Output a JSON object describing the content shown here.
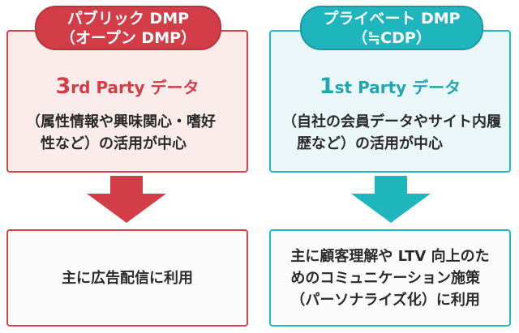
{
  "left": {
    "pill_line1": "パブリック DMP",
    "pill_line2": "（オープン DMP）",
    "subhead_prefix": "3",
    "subhead_rest": "rd Party データ",
    "desc_lines": [
      "（属性情報や興味関心・嗜好",
      "性など）の活用が中心"
    ],
    "result_text": "主に広告配信に利用",
    "accent": "#d23d48"
  },
  "right": {
    "pill_line1": "プライベート DMP",
    "pill_line2": "（≒CDP）",
    "subhead_prefix": "1",
    "subhead_rest": "st Party データ",
    "desc_lines": [
      "（自社の会員データやサイト内履",
      "歴など）の活用が中心"
    ],
    "result_lines": [
      "主に顧客理解や LTV 向上のた",
      "めのコミュニケーション施策",
      "（パーソナライズ化）に利用"
    ],
    "accent": "#1fb5bd"
  }
}
